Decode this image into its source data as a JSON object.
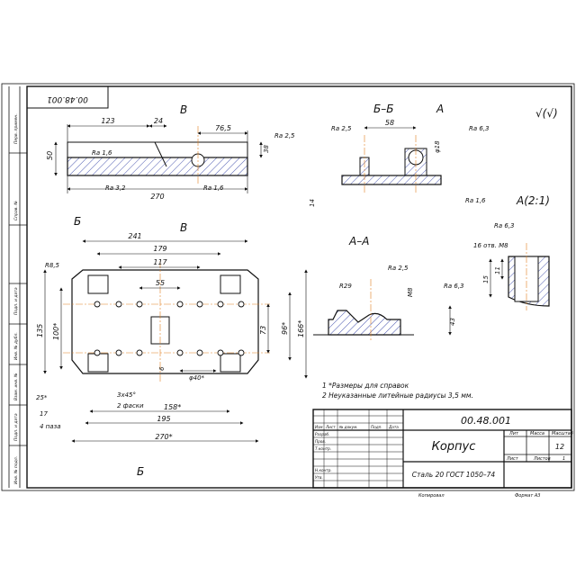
{
  "drawing": {
    "number_rotated": "00.48.001",
    "roughness_symbol": "√(√)",
    "sections": {
      "bb": "Б–Б",
      "a_arrow": "А",
      "aa": "А–А",
      "a_detail": "А(2:1)",
      "b_cut_top": "В",
      "b_cut_bottom": "В",
      "be_cut_top": "Б",
      "be_cut_bottom": "Б"
    },
    "dims": {
      "top_123": "123",
      "top_24": "24",
      "top_765": "76,5",
      "top_50": "50",
      "top_38": "38",
      "top_270": "270",
      "bb_58": "58",
      "bb_18": "φ18",
      "bb_14": "14",
      "plan_241": "241",
      "plan_179": "179",
      "plan_117": "117",
      "plan_55": "55",
      "plan_r85": "R8,5",
      "plan_135": "135",
      "plan_100": "100*",
      "plan_73": "73",
      "plan_96": "96*",
      "plan_166": "166*",
      "plan_6": "6",
      "plan_40": "φ40*",
      "plan_25": "25*",
      "plan_17": "17",
      "plan_4paza": "4 паза",
      "plan_3x45": "3х45°",
      "plan_2faski": "2 фаски",
      "plan_158": "158*",
      "plan_195": "195",
      "plan_270": "270*",
      "aa_r29": "R29",
      "aa_m8": "M8",
      "aa_43": "43",
      "det_16otv": "16 отв. M8",
      "det_11": "11",
      "det_15": "15"
    },
    "roughness": {
      "top_ra25": "Ra 2,5",
      "top_ra16a": "Ra 1,6",
      "top_ra32": "Ra 3,2",
      "top_ra16b": "Ra 1,6",
      "bb_ra25": "Ra 2,5",
      "bb_ra63": "Ra 6,3",
      "bb_ra16": "Ra 1,6",
      "aa_ra25": "Ra 2,5",
      "aa_ra63": "Ra 6,3",
      "det_ra63": "Ra 6,3"
    },
    "notes": [
      "1  *Размеры для справок",
      "2  Неуказанные литейные радиусы 3,5 мм."
    ]
  },
  "title_block": {
    "designation": "00.48.001",
    "name": "Корпус",
    "material": "Сталь 20 ГОСТ 1050–74",
    "lit_label": "Лит",
    "mass_label": "Масса",
    "scale_label": "Масштаб",
    "scale_value": "12",
    "sheet_label": "Лист",
    "sheets_label": "Листов",
    "sheets_value": "1",
    "rows": [
      "Изм",
      "Лист",
      "№ докум.",
      "Подп.",
      "Дата"
    ],
    "people": [
      "Разраб.",
      "Пров.",
      "Т.контр.",
      "Н.контр.",
      "Утв."
    ],
    "copied": "Копировал",
    "format": "Формат   А3"
  },
  "side_stamps": [
    "Перв. примен.",
    "Справ. №",
    "Подп. и дата",
    "Инв. № дубл.",
    "Взам. инв. №",
    "Подп. и дата",
    "Инв. № подл."
  ]
}
